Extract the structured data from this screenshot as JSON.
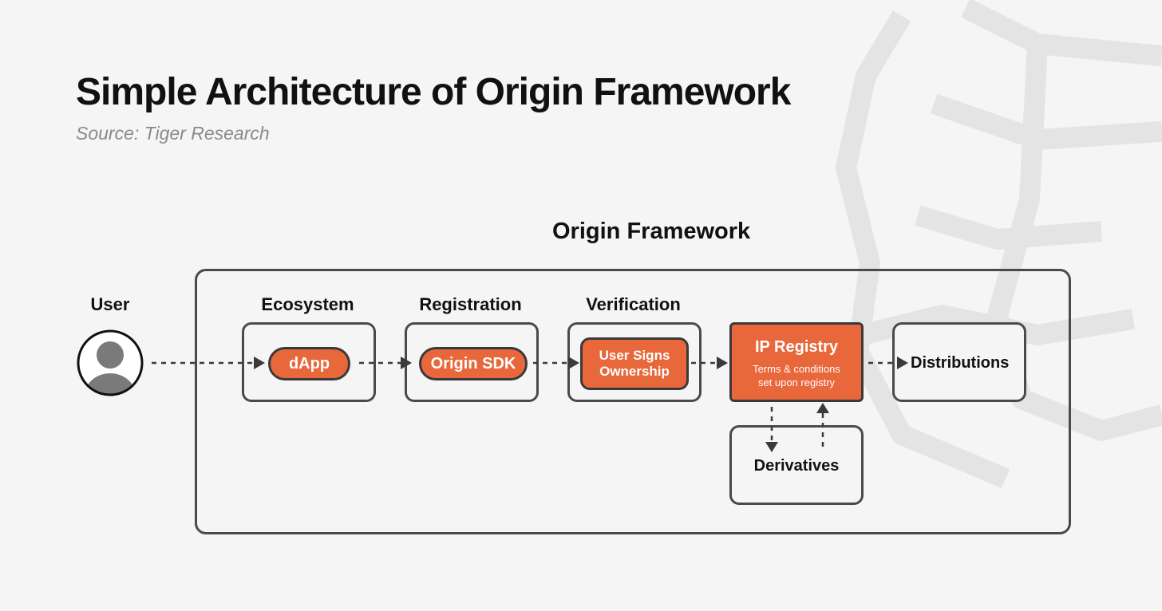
{
  "title": "Simple Architecture of Origin Framework",
  "subtitle": "Source: Tiger Research",
  "framework_label": "Origin Framework",
  "user": {
    "label": "User",
    "icon": "user-avatar-icon"
  },
  "stages": [
    {
      "label": "Ecosystem",
      "node": "dApp"
    },
    {
      "label": "Registration",
      "node": "Origin SDK"
    },
    {
      "label": "Verification",
      "node_line1": "User Signs",
      "node_line2": "Ownership"
    }
  ],
  "ip_registry": {
    "title": "IP Registry",
    "note_line1": "Terms & conditions",
    "note_line2": "set upon registry"
  },
  "distributions": "Distributions",
  "derivatives": "Derivatives",
  "colors": {
    "accent": "#e8673b",
    "outline": "#4a4a4a",
    "background": "#f5f5f5"
  }
}
